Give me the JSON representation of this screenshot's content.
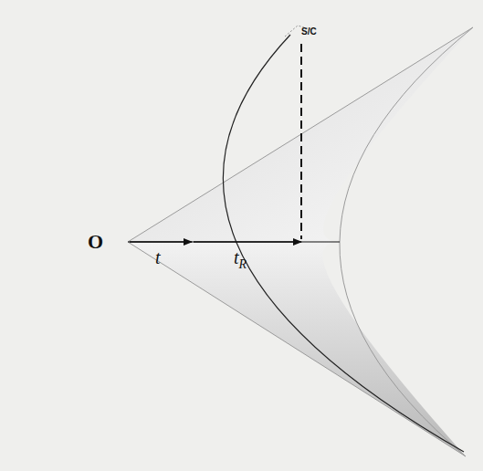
{
  "diagram": {
    "labels": [
      "O",
      "t",
      "tR",
      "S/C"
    ]
  }
}
